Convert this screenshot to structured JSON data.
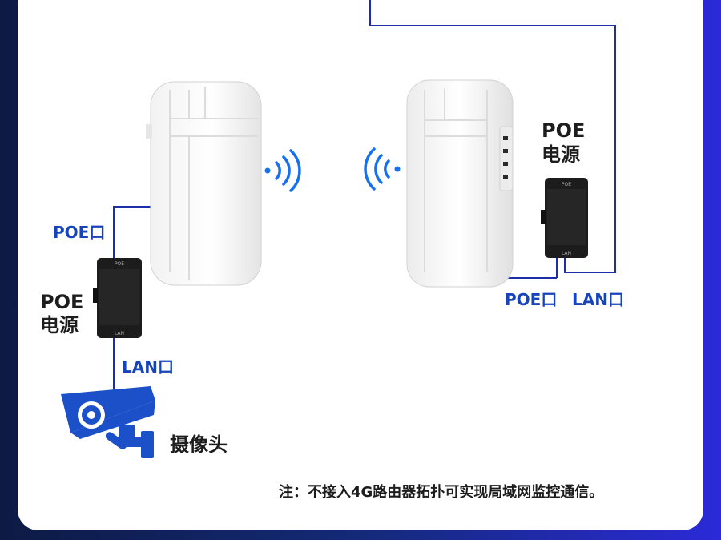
{
  "labels": {
    "left_poe_port": "POE口",
    "left_poe_supply_line1": "POE",
    "left_poe_supply_line2": "电源",
    "left_lan_port": "LAN口",
    "camera": "摄像头",
    "right_poe_supply_line1": "POE",
    "right_poe_supply_line2": "电源",
    "right_poe_port": "POE口",
    "right_lan_port": "LAN口"
  },
  "note": "注：不接入4G路由器拓扑可实现局域网监控通信。",
  "colors": {
    "line": "#1c2fa8",
    "label_blue": "#1744b8",
    "wifi": "#1670f0",
    "camera": "#1c50c8"
  },
  "icons": [
    "wifi-signal-icon",
    "camera-icon"
  ]
}
